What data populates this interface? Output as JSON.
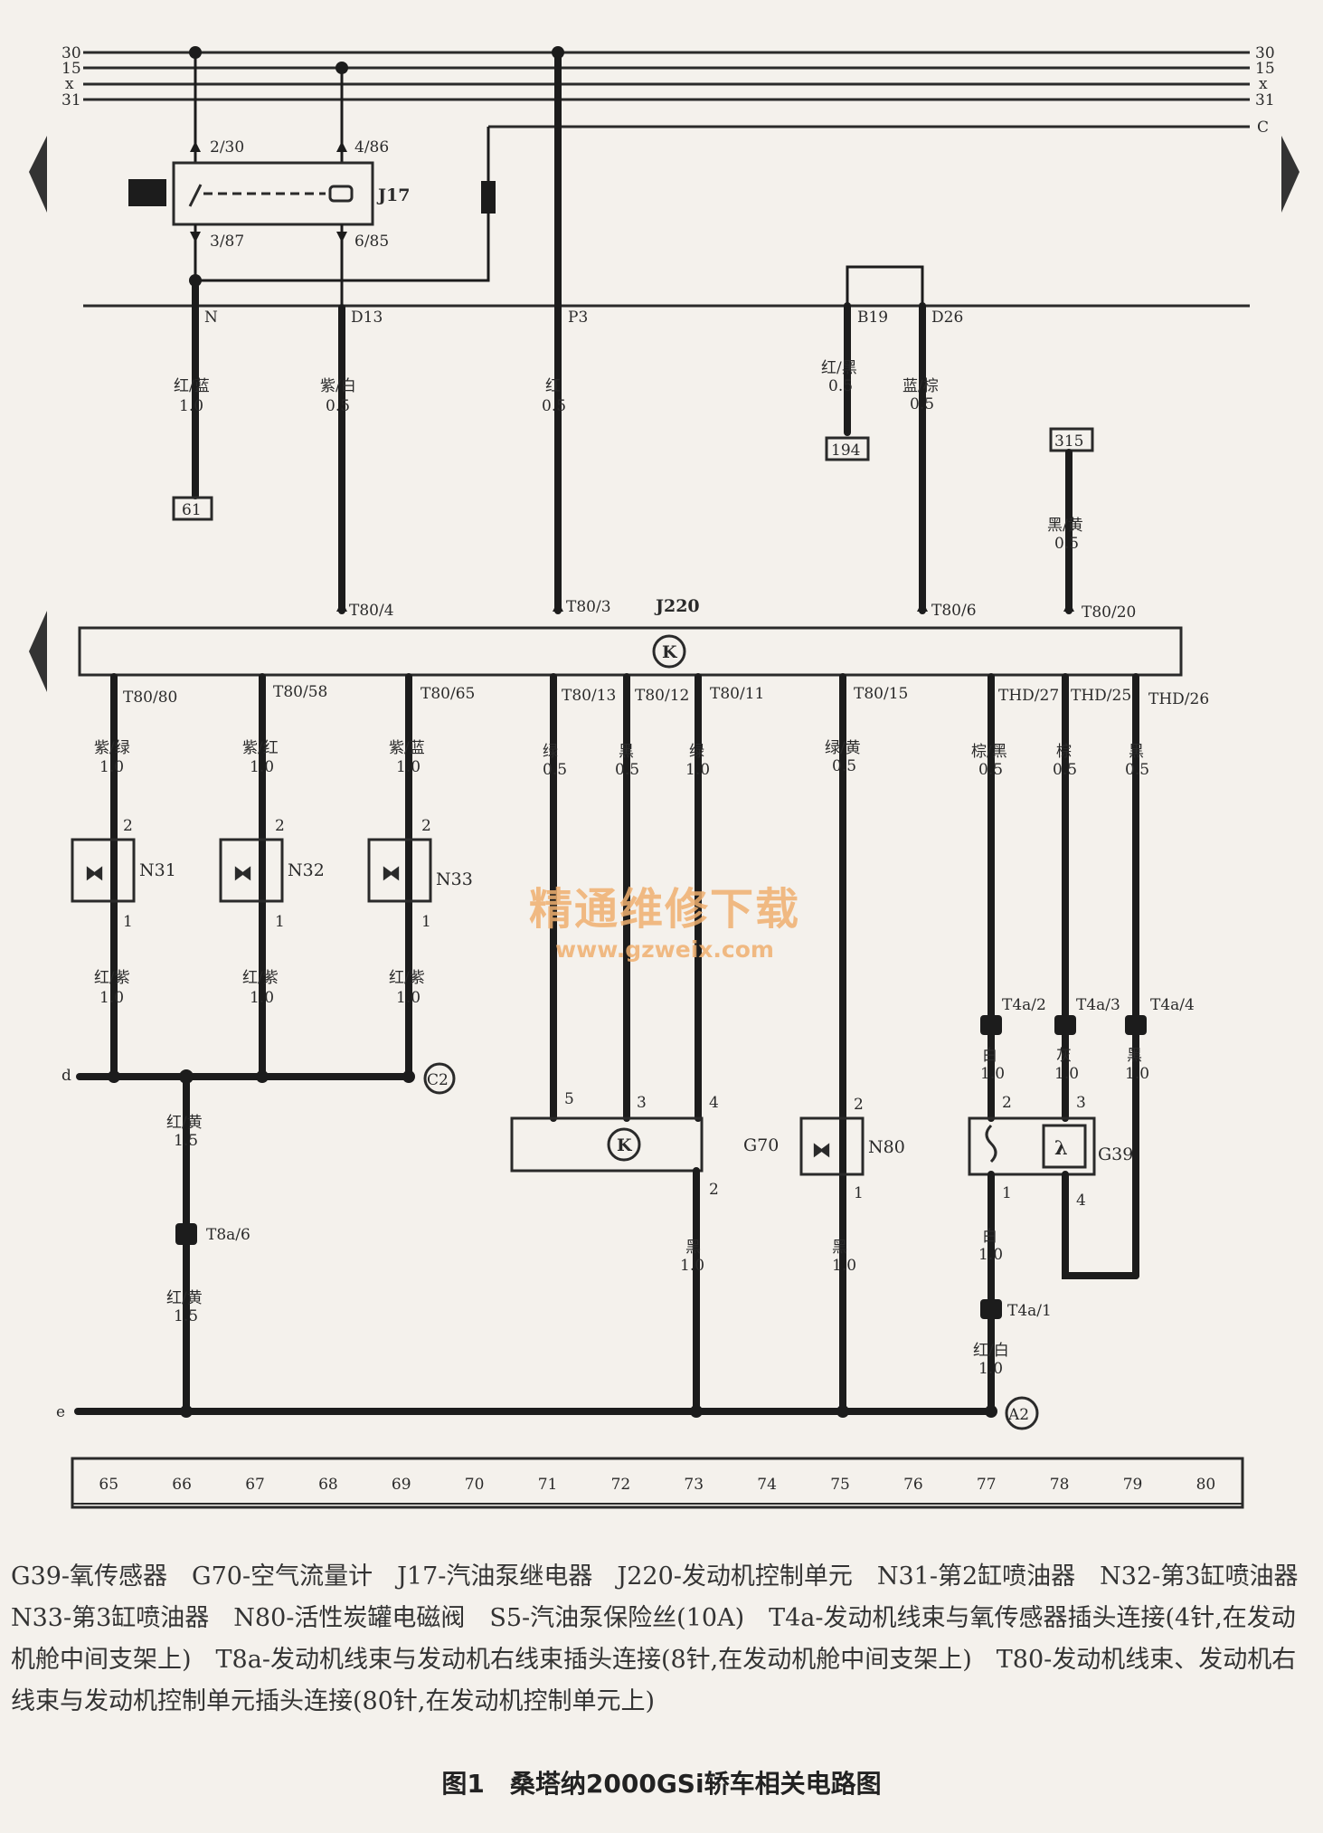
{
  "bus_labels_left": [
    "30",
    "15",
    "x",
    "31"
  ],
  "bus_labels_right": [
    "30",
    "15",
    "x",
    "31",
    "C"
  ],
  "relay": {
    "name": "J17",
    "pin_top_a": "2/30",
    "pin_top_b": "4/86",
    "pin_bot_a": "3/87",
    "pin_bot_b": "6/85"
  },
  "ecu": {
    "name": "J220",
    "symbol": "K"
  },
  "top_connectors": [
    {
      "id": "N",
      "color": "红/蓝",
      "gauge": "1.0",
      "ref": "61"
    },
    {
      "id": "D13",
      "color": "紫/白",
      "gauge": "0.5",
      "pin": "T80/4"
    },
    {
      "id": "P3",
      "color": "红",
      "gauge": "0.5",
      "pin": "T80/3"
    },
    {
      "id": "B19",
      "color": "红/黑",
      "gauge": "0.5",
      "ref": "194"
    },
    {
      "id": "D26",
      "color": "蓝/棕",
      "gauge": "0.5",
      "pin": "T80/6"
    },
    {
      "id": "315",
      "color": "黑/黄",
      "gauge": "0.5",
      "pin": "T80/20"
    }
  ],
  "bottom_pins": [
    {
      "pin": "T80/80",
      "color": "紫/绿",
      "gauge": "1.0"
    },
    {
      "pin": "T80/58",
      "color": "紫/红",
      "gauge": "1.0"
    },
    {
      "pin": "T80/65",
      "color": "紫/蓝",
      "gauge": "1.0"
    },
    {
      "pin": "T80/13",
      "color": "绿",
      "gauge": "0.5"
    },
    {
      "pin": "T80/12",
      "color": "黑",
      "gauge": "0.5"
    },
    {
      "pin": "T80/11",
      "color": "绿",
      "gauge": "1.0"
    },
    {
      "pin": "T80/15",
      "color": "绿/黄",
      "gauge": "0.5"
    },
    {
      "pin": "THD/27",
      "color": "棕/黑",
      "gauge": "0.5"
    },
    {
      "pin": "THD/25",
      "color": "棕",
      "gauge": "0.5"
    },
    {
      "pin": "THD/26",
      "color": "黑",
      "gauge": "0.5"
    }
  ],
  "injectors": [
    {
      "name": "N31",
      "pin_top": "2",
      "pin_bot": "1",
      "color": "红/紫",
      "gauge": "1.0"
    },
    {
      "name": "N32",
      "pin_top": "2",
      "pin_bot": "1",
      "color": "红/紫",
      "gauge": "1.0"
    },
    {
      "name": "N33",
      "pin_top": "2",
      "pin_bot": "1",
      "color": "红/紫",
      "gauge": "1.0"
    }
  ],
  "ground_d": {
    "label": "d",
    "node": "C2",
    "color": "红/黄",
    "gauge": "1.5",
    "connector": "T8a/6",
    "color2": "红/黄",
    "gauge2": "1.5"
  },
  "g70": {
    "name": "G70",
    "symbol": "K",
    "pins": [
      "5",
      "3",
      "4"
    ],
    "pin_out": "2",
    "out_color": "黑",
    "out_gauge": "1.0"
  },
  "n80": {
    "name": "N80",
    "pin_top": "2",
    "pin_bot": "1",
    "out_color": "黑",
    "out_gauge": "1.0"
  },
  "g39": {
    "name": "G39",
    "symbol": "λ",
    "t4a": [
      "T4a/2",
      "T4a/3",
      "T4a/4"
    ],
    "wires": [
      {
        "color": "白",
        "gauge": "1.0"
      },
      {
        "color": "灰",
        "gauge": "1.0"
      },
      {
        "color": "黑",
        "gauge": "1.0"
      }
    ],
    "pins": [
      "2",
      "3",
      "1",
      "4"
    ],
    "low_color": "白",
    "low_gauge": "1.0",
    "low_conn": "T4a/1",
    "low_color2": "红/白",
    "low_gauge2": "1.0"
  },
  "ground_e": {
    "label": "e",
    "node": "A2"
  },
  "grid_numbers": [
    "65",
    "66",
    "67",
    "68",
    "69",
    "70",
    "71",
    "72",
    "73",
    "74",
    "75",
    "76",
    "77",
    "78",
    "79",
    "80"
  ],
  "watermark": {
    "line1": "精通维修下载",
    "line2": "www.gzweix.com"
  },
  "legend": "G39-氧传感器　G70-空气流量计　J17-汽油泵继电器　J220-发动机控制单元　N31-第2缸喷油器　N32-第3缸喷油器　N33-第3缸喷油器　N80-活性炭罐电磁阀　S5-汽油泵保险丝(10A)　T4a-发动机线束与氧传感器插头连接(4针,在发动机舱中间支架上)　T8a-发动机线束与发动机右线束插头连接(8针,在发动机舱中间支架上)　T80-发动机线束、发动机右线束与发动机控制单元插头连接(80针,在发动机控制单元上)",
  "caption": "图1　桑塔纳2000GSi轿车相关电路图"
}
